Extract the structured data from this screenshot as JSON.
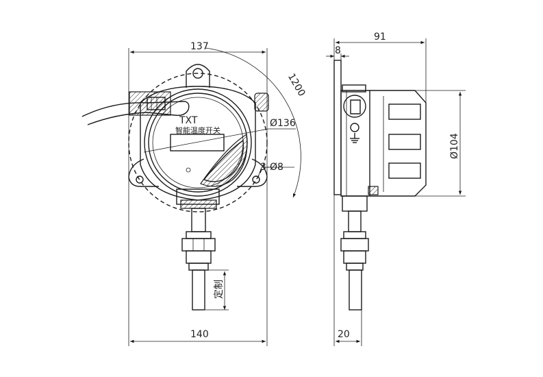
{
  "device": {
    "brand": "TXT",
    "name": "智能温度开关"
  },
  "dimensions": {
    "front_top_width": "137",
    "front_bottom_width": "140",
    "cable_length": "1200",
    "window_diameter": "Ø136",
    "mount_holes": "3-Ø8",
    "probe_length": "定制",
    "side_depth": "91",
    "side_flange": "8",
    "side_height": "Ø104",
    "side_probe_offset": "20"
  }
}
